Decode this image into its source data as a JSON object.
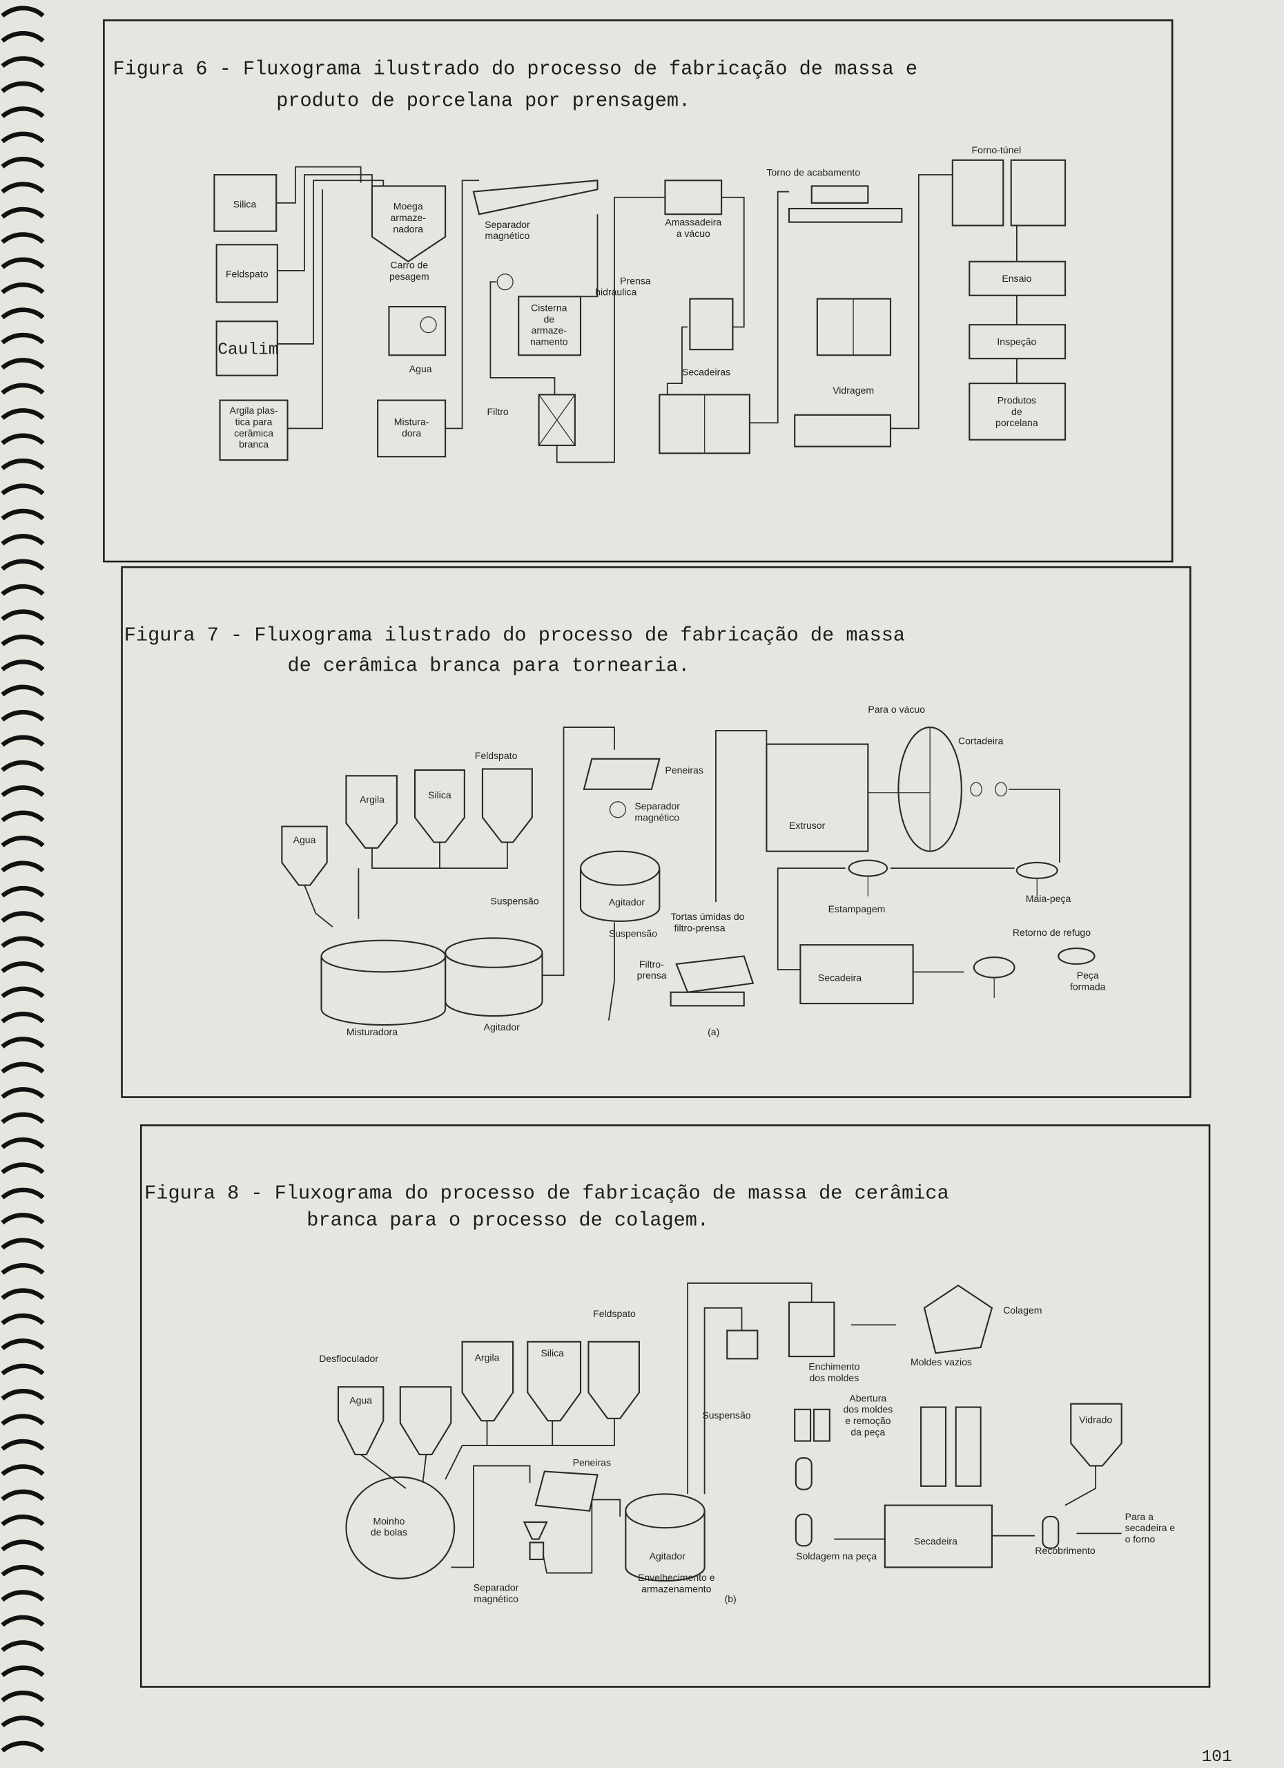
{
  "page_number": "101",
  "figure6": {
    "title_line1": "Figura 6 - Fluxograma ilustrado do processo de fabricação de massa e",
    "title_line2": "produto de porcelana por prensagem.",
    "labels": {
      "silica": "Silica",
      "feldspato": "Feldspato",
      "caulim": "Caulim",
      "argila": [
        "Argila plas-",
        "tica para",
        "cerâmica",
        "branca"
      ],
      "moega": [
        "Moega",
        "armaze-",
        "nadora"
      ],
      "carro": [
        "Carro de",
        "pesagem"
      ],
      "agua": "Agua",
      "misturadora": [
        "Mistura-",
        "dora"
      ],
      "separador": [
        "Separador",
        "magnético"
      ],
      "cisterna": [
        "Cisterna",
        "de",
        "armaze-",
        "namento"
      ],
      "filtro": "Filtro",
      "amassadeira": [
        "Amassadeira",
        "a vácuo"
      ],
      "prensa": [
        "Prensa",
        "hidráulica"
      ],
      "secadeiras": "Secadeiras",
      "torno": "Torno de acabamento",
      "vidragem": "Vidragem",
      "forno": "Forno-túnel",
      "ensaio": "Ensaio",
      "inspecao": "Inspeção",
      "produtos": [
        "Produtos",
        "de",
        "porcelana"
      ]
    }
  },
  "figure7": {
    "title_line1": "Figura 7 - Fluxograma ilustrado do processo de fabricação de    massa",
    "title_line2": "de cerâmica branca para tornearia.",
    "labels": {
      "agua": "Agua",
      "argila": "Argila",
      "silica": "Silica",
      "feldspato": "Feldspato",
      "peneiras": "Peneiras",
      "separador": [
        "Separador",
        "magnético"
      ],
      "suspensao1": "Suspensão",
      "agitador_center": "Agitador",
      "tortas": [
        "Tortas úmidas do",
        "filtro-prensa"
      ],
      "suspensao2": "Suspensão",
      "filtro_prensa": [
        "Filtro-",
        "prensa"
      ],
      "misturadora": "Misturadora",
      "agitador_left": "Agitador",
      "marker": "(a)",
      "para_vacuo": "Para o vácuo",
      "cortadeira": "Cortadeira",
      "extrusor": "Extrusor",
      "estampagem": "Estampagem",
      "maia_peca": "Maia-peça",
      "retorno": "Retorno de refugo",
      "secadeira": "Secadeira",
      "peca_formada": [
        "Peça",
        "formada"
      ]
    }
  },
  "figure8": {
    "title_line1": "Figura 8 - Fluxograma do processo de fabricação de massa de cerâmica",
    "title_line2": "branca para o processo de colagem.",
    "labels": {
      "feldspato": "Feldspato",
      "desfloculador": "Desfloculador",
      "agua": "Agua",
      "argila": "Argila",
      "silica": "Silica",
      "moinho": [
        "Moinho",
        "de bolas"
      ],
      "peneiras": "Peneiras",
      "separador": [
        "Separador",
        "magnético"
      ],
      "agitador": "Agitador",
      "envelhecimento": [
        "Envelhecimento e",
        "armazenamento"
      ],
      "marker": "(b)",
      "enchimento": [
        "Enchimento",
        "dos moldes"
      ],
      "suspensao": "Suspensão",
      "colagem": "Colagem",
      "moldes_vazios": "Moldes vazios",
      "abertura": [
        "Abertura",
        "dos moldes",
        "e remoção",
        "da peça"
      ],
      "vidrado": "Vidrado",
      "soldagem": "Soldagem na peça",
      "secadeira": "Secadeira",
      "recobrimento": "Recobrimento",
      "para_secadeira": [
        "Para a",
        "secadeira e",
        "o forno"
      ]
    }
  }
}
